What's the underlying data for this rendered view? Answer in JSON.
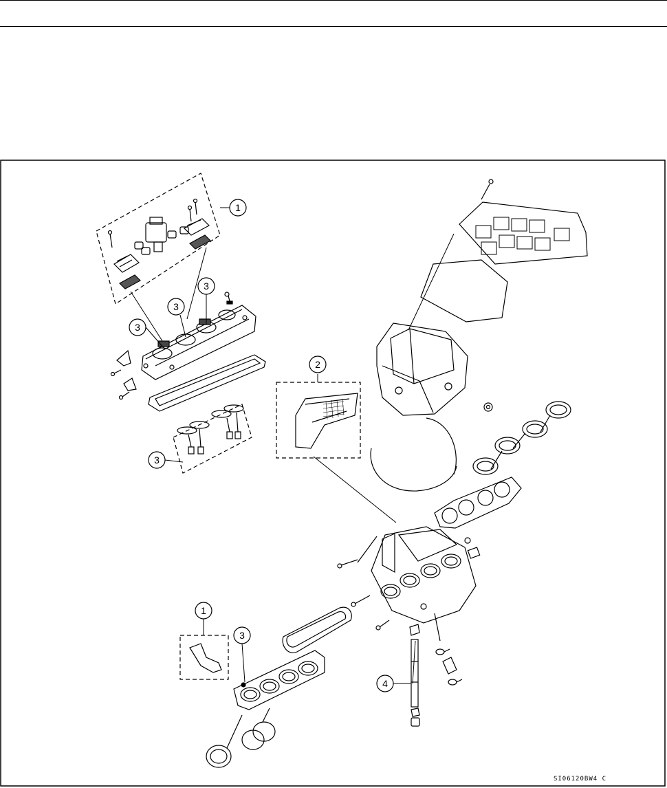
{
  "callouts": [
    {
      "id": "c1a",
      "label": "1"
    },
    {
      "id": "c3a",
      "label": "3"
    },
    {
      "id": "c3b",
      "label": "3"
    },
    {
      "id": "c3c",
      "label": "3"
    },
    {
      "id": "c2",
      "label": "2"
    },
    {
      "id": "c3d",
      "label": "3"
    },
    {
      "id": "c1b",
      "label": "1"
    },
    {
      "id": "c3e",
      "label": "3"
    },
    {
      "id": "c4",
      "label": "4"
    }
  ],
  "drawing_code": "SI06120BW4 C"
}
